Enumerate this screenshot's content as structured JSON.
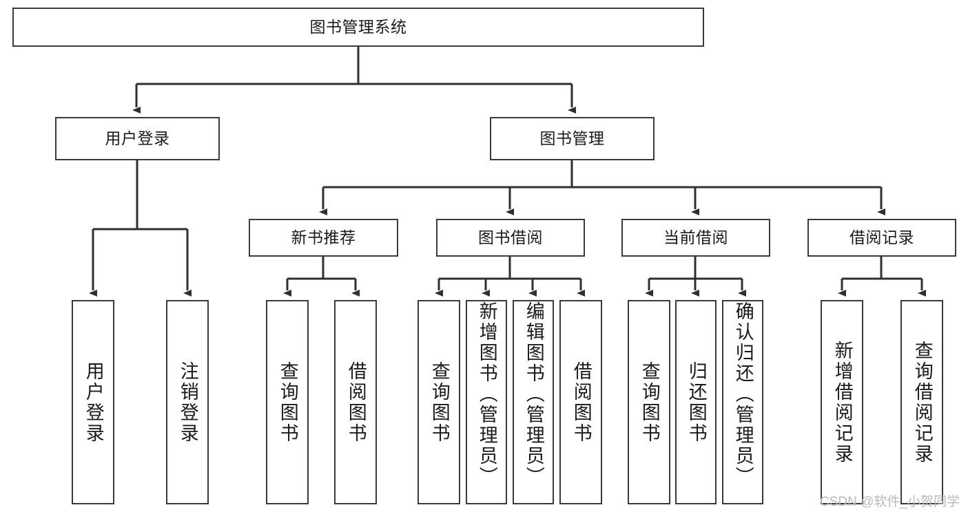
{
  "diagram": {
    "title": "图书管理系统",
    "type": "tree-hierarchy",
    "root": {
      "label": "图书管理系统"
    },
    "level2": [
      {
        "label": "用户登录"
      },
      {
        "label": "图书管理"
      }
    ],
    "level3": [
      {
        "label": "新书推荐"
      },
      {
        "label": "图书借阅"
      },
      {
        "label": "当前借阅"
      },
      {
        "label": "借阅记录"
      }
    ],
    "leaves": {
      "user_login": [
        {
          "label": "用户登录"
        },
        {
          "label": "注销登录"
        }
      ],
      "new_book_recommend": [
        {
          "label": "查询图书"
        },
        {
          "label": "借阅图书"
        }
      ],
      "book_borrow": [
        {
          "label": "查询图书"
        },
        {
          "label": "新增图书（管理员）"
        },
        {
          "label": "编辑图书（管理员）"
        },
        {
          "label": "借阅图书"
        }
      ],
      "current_borrow": [
        {
          "label": "查询图书"
        },
        {
          "label": "归还图书"
        },
        {
          "label": "确认归还（管理员）"
        }
      ],
      "borrow_record": [
        {
          "label": "新增借阅记录"
        },
        {
          "label": "查询借阅记录"
        }
      ]
    }
  },
  "watermark": {
    "text": "CSDN @软件_小贺同学"
  },
  "colors": {
    "stroke": "#3a3a3a",
    "box_fill": "#ffffff",
    "text": "#1a1a1a",
    "watermark": "#b9b9b9"
  }
}
